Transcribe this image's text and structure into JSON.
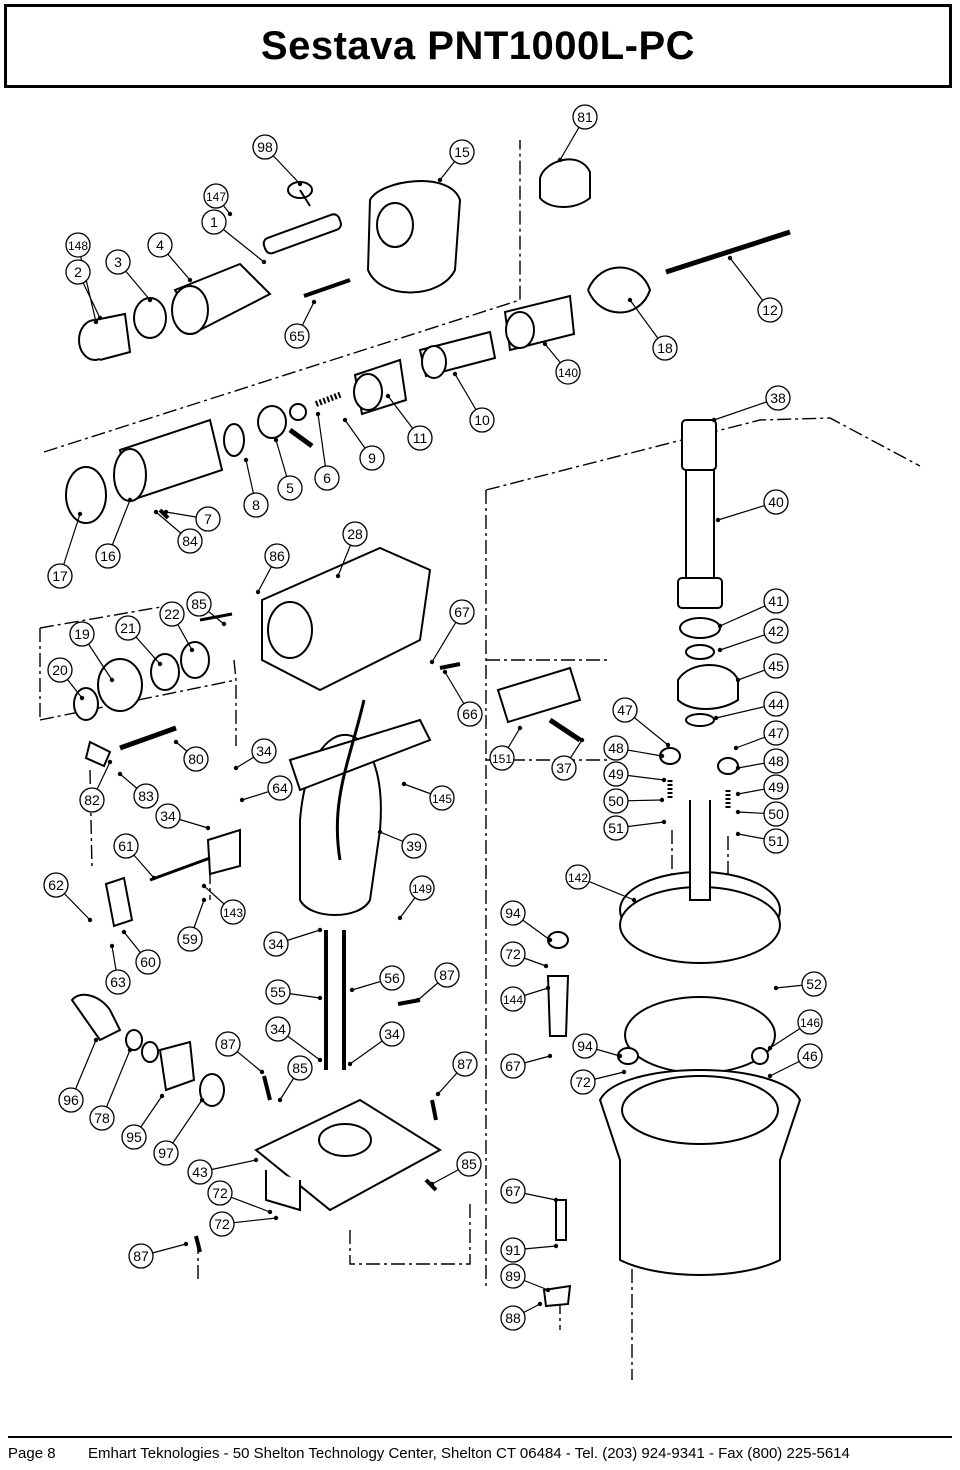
{
  "title": "Sestava PNT1000L-PC",
  "footer": {
    "page": "Page 8",
    "company": "Emhart Teknologies - 50 Shelton Technology Center, Shelton CT 06484 - Tel. (203) 924-9341 - Fax (800) 225-5614"
  },
  "callouts": [
    {
      "n": "81"
    },
    {
      "n": "98"
    },
    {
      "n": "15"
    },
    {
      "n": "147"
    },
    {
      "n": "1"
    },
    {
      "n": "148"
    },
    {
      "n": "4"
    },
    {
      "n": "2"
    },
    {
      "n": "3"
    },
    {
      "n": "12"
    },
    {
      "n": "65"
    },
    {
      "n": "18"
    },
    {
      "n": "140"
    },
    {
      "n": "38"
    },
    {
      "n": "10"
    },
    {
      "n": "11"
    },
    {
      "n": "9"
    },
    {
      "n": "6"
    },
    {
      "n": "5"
    },
    {
      "n": "8"
    },
    {
      "n": "7"
    },
    {
      "n": "84"
    },
    {
      "n": "16"
    },
    {
      "n": "17"
    },
    {
      "n": "40"
    },
    {
      "n": "28"
    },
    {
      "n": "86"
    },
    {
      "n": "85"
    },
    {
      "n": "22"
    },
    {
      "n": "21"
    },
    {
      "n": "19"
    },
    {
      "n": "20"
    },
    {
      "n": "67"
    },
    {
      "n": "41"
    },
    {
      "n": "42"
    },
    {
      "n": "45"
    },
    {
      "n": "66"
    },
    {
      "n": "47"
    },
    {
      "n": "44"
    },
    {
      "n": "47"
    },
    {
      "n": "48"
    },
    {
      "n": "48"
    },
    {
      "n": "34"
    },
    {
      "n": "80"
    },
    {
      "n": "151"
    },
    {
      "n": "37"
    },
    {
      "n": "49"
    },
    {
      "n": "49"
    },
    {
      "n": "64"
    },
    {
      "n": "82"
    },
    {
      "n": "83"
    },
    {
      "n": "145"
    },
    {
      "n": "50"
    },
    {
      "n": "50"
    },
    {
      "n": "34"
    },
    {
      "n": "51"
    },
    {
      "n": "51"
    },
    {
      "n": "61"
    },
    {
      "n": "39"
    },
    {
      "n": "62"
    },
    {
      "n": "149"
    },
    {
      "n": "142"
    },
    {
      "n": "143"
    },
    {
      "n": "94"
    },
    {
      "n": "59"
    },
    {
      "n": "34"
    },
    {
      "n": "60"
    },
    {
      "n": "72"
    },
    {
      "n": "63"
    },
    {
      "n": "56"
    },
    {
      "n": "87"
    },
    {
      "n": "55"
    },
    {
      "n": "144"
    },
    {
      "n": "52"
    },
    {
      "n": "34"
    },
    {
      "n": "34"
    },
    {
      "n": "146"
    },
    {
      "n": "87"
    },
    {
      "n": "94"
    },
    {
      "n": "46"
    },
    {
      "n": "85"
    },
    {
      "n": "87"
    },
    {
      "n": "67"
    },
    {
      "n": "72"
    },
    {
      "n": "96"
    },
    {
      "n": "78"
    },
    {
      "n": "95"
    },
    {
      "n": "97"
    },
    {
      "n": "43"
    },
    {
      "n": "85"
    },
    {
      "n": "72"
    },
    {
      "n": "67"
    },
    {
      "n": "72"
    },
    {
      "n": "87"
    },
    {
      "n": "91"
    },
    {
      "n": "89"
    },
    {
      "n": "88"
    }
  ]
}
